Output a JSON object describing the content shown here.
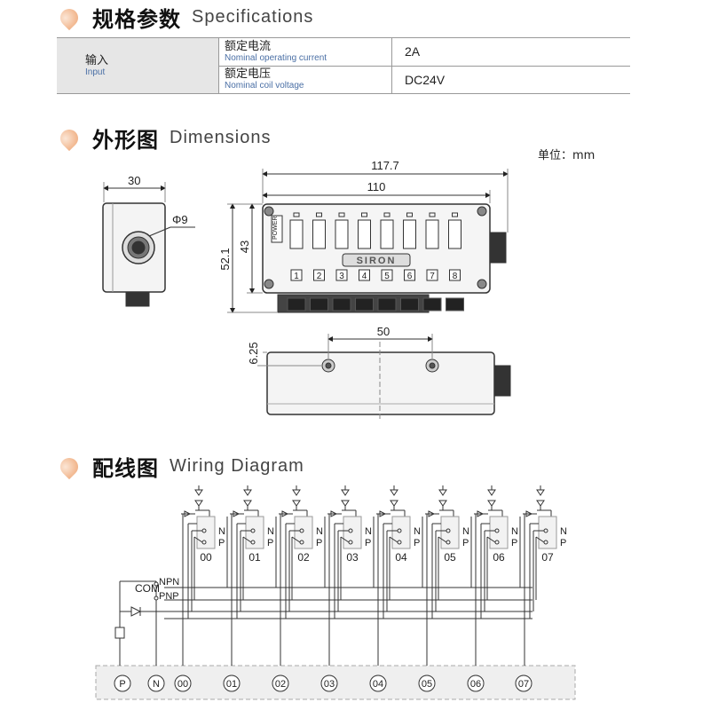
{
  "specs": {
    "title_cn": "规格参数",
    "title_en": "Specifications",
    "group_cn": "输入",
    "group_en": "Input",
    "rows": [
      {
        "cn": "额定电流",
        "en": "Nominal operating current",
        "value": "2A"
      },
      {
        "cn": "额定电压",
        "en": "Nominal coil voltage",
        "value": "DC24V"
      }
    ]
  },
  "dimensions": {
    "title_cn": "外形图",
    "title_en": "Dimensions",
    "unit": "单位：mm",
    "side_width": "30",
    "hole_dia": "Φ9",
    "overall_length": "117.7",
    "body_length": "110",
    "overall_height": "52.1",
    "body_height": "43",
    "hole_spacing": "50",
    "hole_offset": "6.25",
    "brand": "SIRON",
    "power_label": "POWER",
    "channel_numbers": [
      "1",
      "2",
      "3",
      "4",
      "5",
      "6",
      "7",
      "8"
    ]
  },
  "wiring": {
    "title_cn": "配线图",
    "title_en": "Wiring Diagram",
    "com": "COM",
    "npn": "NPN",
    "pnp": "PNP",
    "n_label": "N",
    "p_label": "P",
    "channels": [
      "00",
      "01",
      "02",
      "03",
      "04",
      "05",
      "06",
      "07"
    ],
    "terminals": [
      "P",
      "N",
      "00",
      "01",
      "02",
      "03",
      "04",
      "05",
      "06",
      "07"
    ]
  }
}
